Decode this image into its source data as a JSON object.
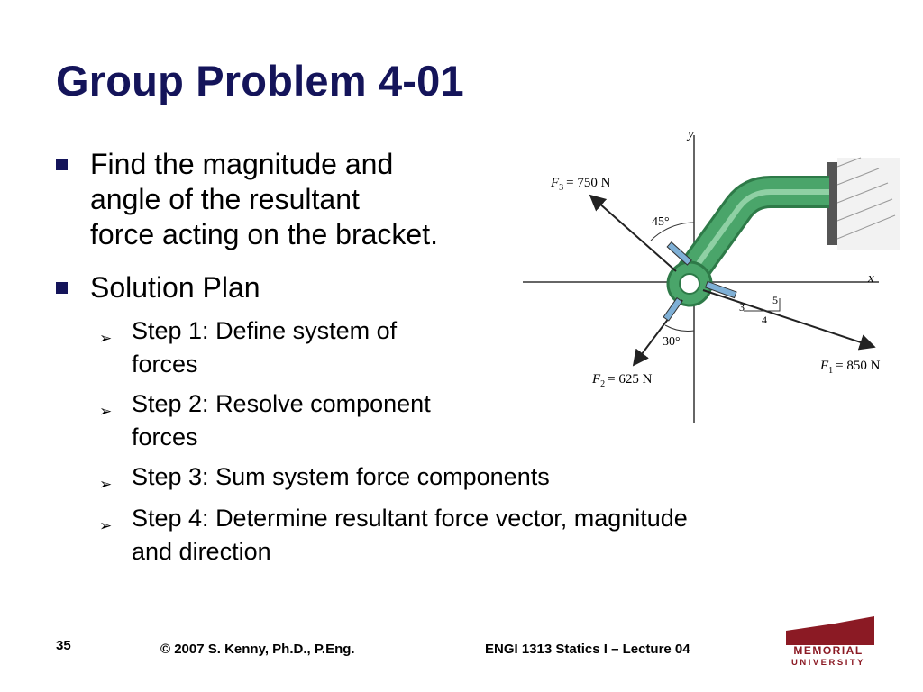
{
  "slide": {
    "title": "Group Problem 4-01",
    "bullets": [
      {
        "lines": [
          "Find the magnitude and",
          "angle of the resultant",
          "force acting on the bracket."
        ]
      },
      {
        "lines": [
          "Solution Plan"
        ]
      }
    ],
    "steps": [
      {
        "lines": [
          "Step 1: Define system of",
          "forces"
        ]
      },
      {
        "lines": [
          "Step 2: Resolve component",
          "forces"
        ]
      },
      {
        "lines": [
          "Step 3: Sum system force components"
        ]
      },
      {
        "lines": [
          "Step 4: Determine resultant force vector, magnitude",
          "and direction"
        ]
      }
    ]
  },
  "figure": {
    "axis_x": "x",
    "axis_y": "y",
    "f1": {
      "name": "F",
      "sub": "1",
      "value": "= 850 N"
    },
    "f2": {
      "name": "F",
      "sub": "2",
      "value": "= 625 N"
    },
    "f3": {
      "name": "F",
      "sub": "3",
      "value": "= 750 N"
    },
    "angle_45": "45°",
    "angle_30": "30°",
    "slope": [
      "3",
      "4",
      "5"
    ],
    "colors": {
      "bracket": "#4aa56a",
      "bracket_dark": "#2e7a48",
      "pin": "#7fb0d6"
    }
  },
  "footer": {
    "page_number": "35",
    "copyright": "© 2007 S. Kenny, Ph.D., P.Eng.",
    "course": "ENGI 1313 Statics I – Lecture 04"
  },
  "logo": {
    "line1": "MEMORIAL",
    "line2": "UNIVERSITY",
    "color": "#8b1a24"
  }
}
